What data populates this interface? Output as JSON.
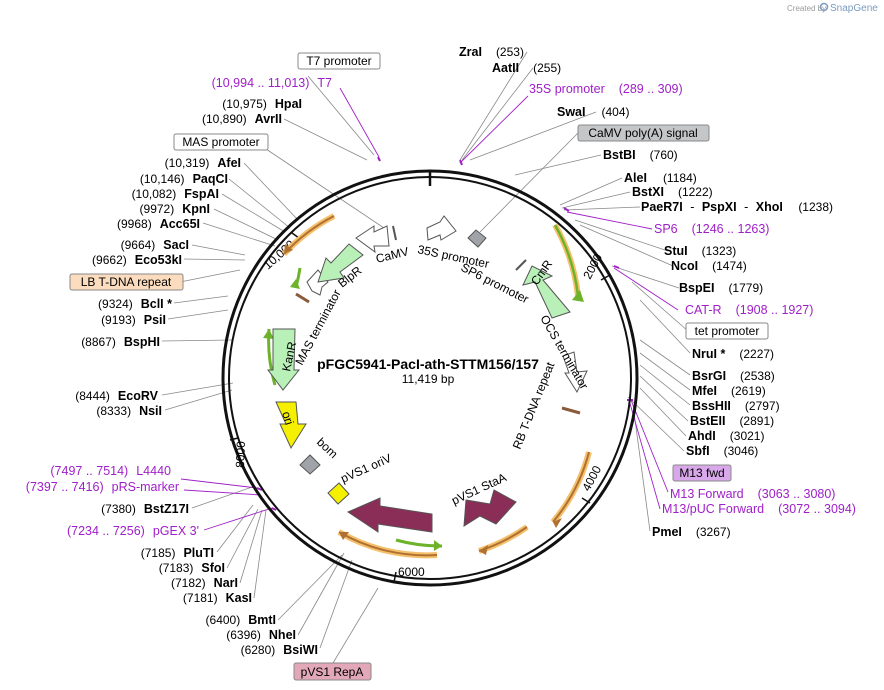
{
  "credit": {
    "text": "Created by",
    "brand": "SnapGene"
  },
  "title": "pFGC5941-PacI-ath-STTM156/157",
  "subtitle": "11,419 bp",
  "ticks": [
    "2000",
    "4000",
    "6000",
    "8000",
    "10,000"
  ],
  "colors": {
    "primer": "#a020c8",
    "line": "#888888",
    "backbone": "#111111"
  },
  "sites_left": [
    {
      "name": "HpaI",
      "pos": "(10,975)",
      "bold": true
    },
    {
      "name": "AvrII",
      "pos": "(10,890)",
      "bold": true
    },
    {
      "name": "AfeI",
      "pos": "(10,319)",
      "bold": true
    },
    {
      "name": "PaqCI",
      "pos": "(10,146)",
      "bold": true
    },
    {
      "name": "FspAI",
      "pos": "(10,082)",
      "bold": true
    },
    {
      "name": "KpnI",
      "pos": "(9972)",
      "bold": true
    },
    {
      "name": "Acc65I",
      "pos": "(9968)",
      "bold": true
    },
    {
      "name": "SacI",
      "pos": "(9664)",
      "bold": true
    },
    {
      "name": "Eco53kI",
      "pos": "(9662)",
      "bold": true
    },
    {
      "name": "BclI *",
      "pos": "(9324)",
      "bold": true
    },
    {
      "name": "PsiI",
      "pos": "(9193)",
      "bold": true
    },
    {
      "name": "BspHI",
      "pos": "(8867)",
      "bold": true
    },
    {
      "name": "EcoRV",
      "pos": "(8444)",
      "bold": true
    },
    {
      "name": "NsiI",
      "pos": "(8333)",
      "bold": true
    },
    {
      "name": "BstZ17I",
      "pos": "(7380)",
      "bold": true
    },
    {
      "name": "PluTI",
      "pos": "(7185)",
      "bold": true
    },
    {
      "name": "SfoI",
      "pos": "(7183)",
      "bold": true
    },
    {
      "name": "NarI",
      "pos": "(7182)",
      "bold": true
    },
    {
      "name": "KasI",
      "pos": "(7181)",
      "bold": true
    },
    {
      "name": "BmtI",
      "pos": "(6400)",
      "bold": true
    },
    {
      "name": "NheI",
      "pos": "(6396)",
      "bold": true
    },
    {
      "name": "BsiWI",
      "pos": "(6280)",
      "bold": true
    }
  ],
  "sites_right": [
    {
      "name": "ZraI",
      "pos": "(253)"
    },
    {
      "name": "AatII",
      "pos": "(255)"
    },
    {
      "name": "SwaI",
      "pos": "(404)"
    },
    {
      "name": "BstBI",
      "pos": "(760)"
    },
    {
      "name": "AleI",
      "pos": "(1184)"
    },
    {
      "name": "BstXI",
      "pos": "(1222)"
    },
    {
      "name": "StuI",
      "pos": "(1323)"
    },
    {
      "name": "NcoI",
      "pos": "(1474)"
    },
    {
      "name": "BspEI",
      "pos": "(1779)"
    },
    {
      "name": "NruI *",
      "pos": "(2227)"
    },
    {
      "name": "BsrGI",
      "pos": "(2538)"
    },
    {
      "name": "MfeI",
      "pos": "(2619)"
    },
    {
      "name": "BssHII",
      "pos": "(2797)"
    },
    {
      "name": "BstEII",
      "pos": "(2891)"
    },
    {
      "name": "AhdI",
      "pos": "(3021)"
    },
    {
      "name": "SbfI",
      "pos": "(3046)"
    },
    {
      "name": "PmeI",
      "pos": "(3267)"
    }
  ],
  "multi_site": {
    "a": "PaeR7I",
    "b": "PspXI",
    "c": "XhoI",
    "sep": "-",
    "pos": "(1238)"
  },
  "primers": [
    {
      "name": "T7",
      "range": "(10,994 .. 11,013)"
    },
    {
      "name": "35S promoter",
      "range": "(289 .. 309)"
    },
    {
      "name": "SP6",
      "range": "(1246 .. 1263)"
    },
    {
      "name": "CAT-R",
      "range": "(1908 .. 1927)"
    },
    {
      "name": "M13 Forward",
      "range": "(3063 .. 3080)"
    },
    {
      "name": "M13/pUC Forward",
      "range": "(3072 .. 3094)"
    },
    {
      "name": "L4440",
      "range": "(7497 .. 7514)"
    },
    {
      "name": "pRS-marker",
      "range": "(7397 .. 7416)"
    },
    {
      "name": "pGEX 3'",
      "range": "(7234 .. 7256)"
    }
  ],
  "boxes": {
    "t7_promoter": "T7 promoter",
    "mas_promoter": "MAS promoter",
    "camv_polya": "CaMV poly(A) signal",
    "tet_promoter": "tet promoter",
    "lb_repeat": "LB T-DNA repeat",
    "m13_fwd": "M13 fwd",
    "pvs1_repa": "pVS1 RepA"
  },
  "features": {
    "camv": "CaMV",
    "p35s": "35S promoter",
    "sp6": "SP6 promoter",
    "cmr": "CmR",
    "ocs": "OCS terminator",
    "rb": "RB T-DNA repeat",
    "bar": "BlpR",
    "mas_term": "MAS terminator",
    "kanr": "KanR",
    "ori": "ori",
    "bom": "bom",
    "oriv": "pVS1 oriV",
    "staa": "pVS1 StaA"
  }
}
